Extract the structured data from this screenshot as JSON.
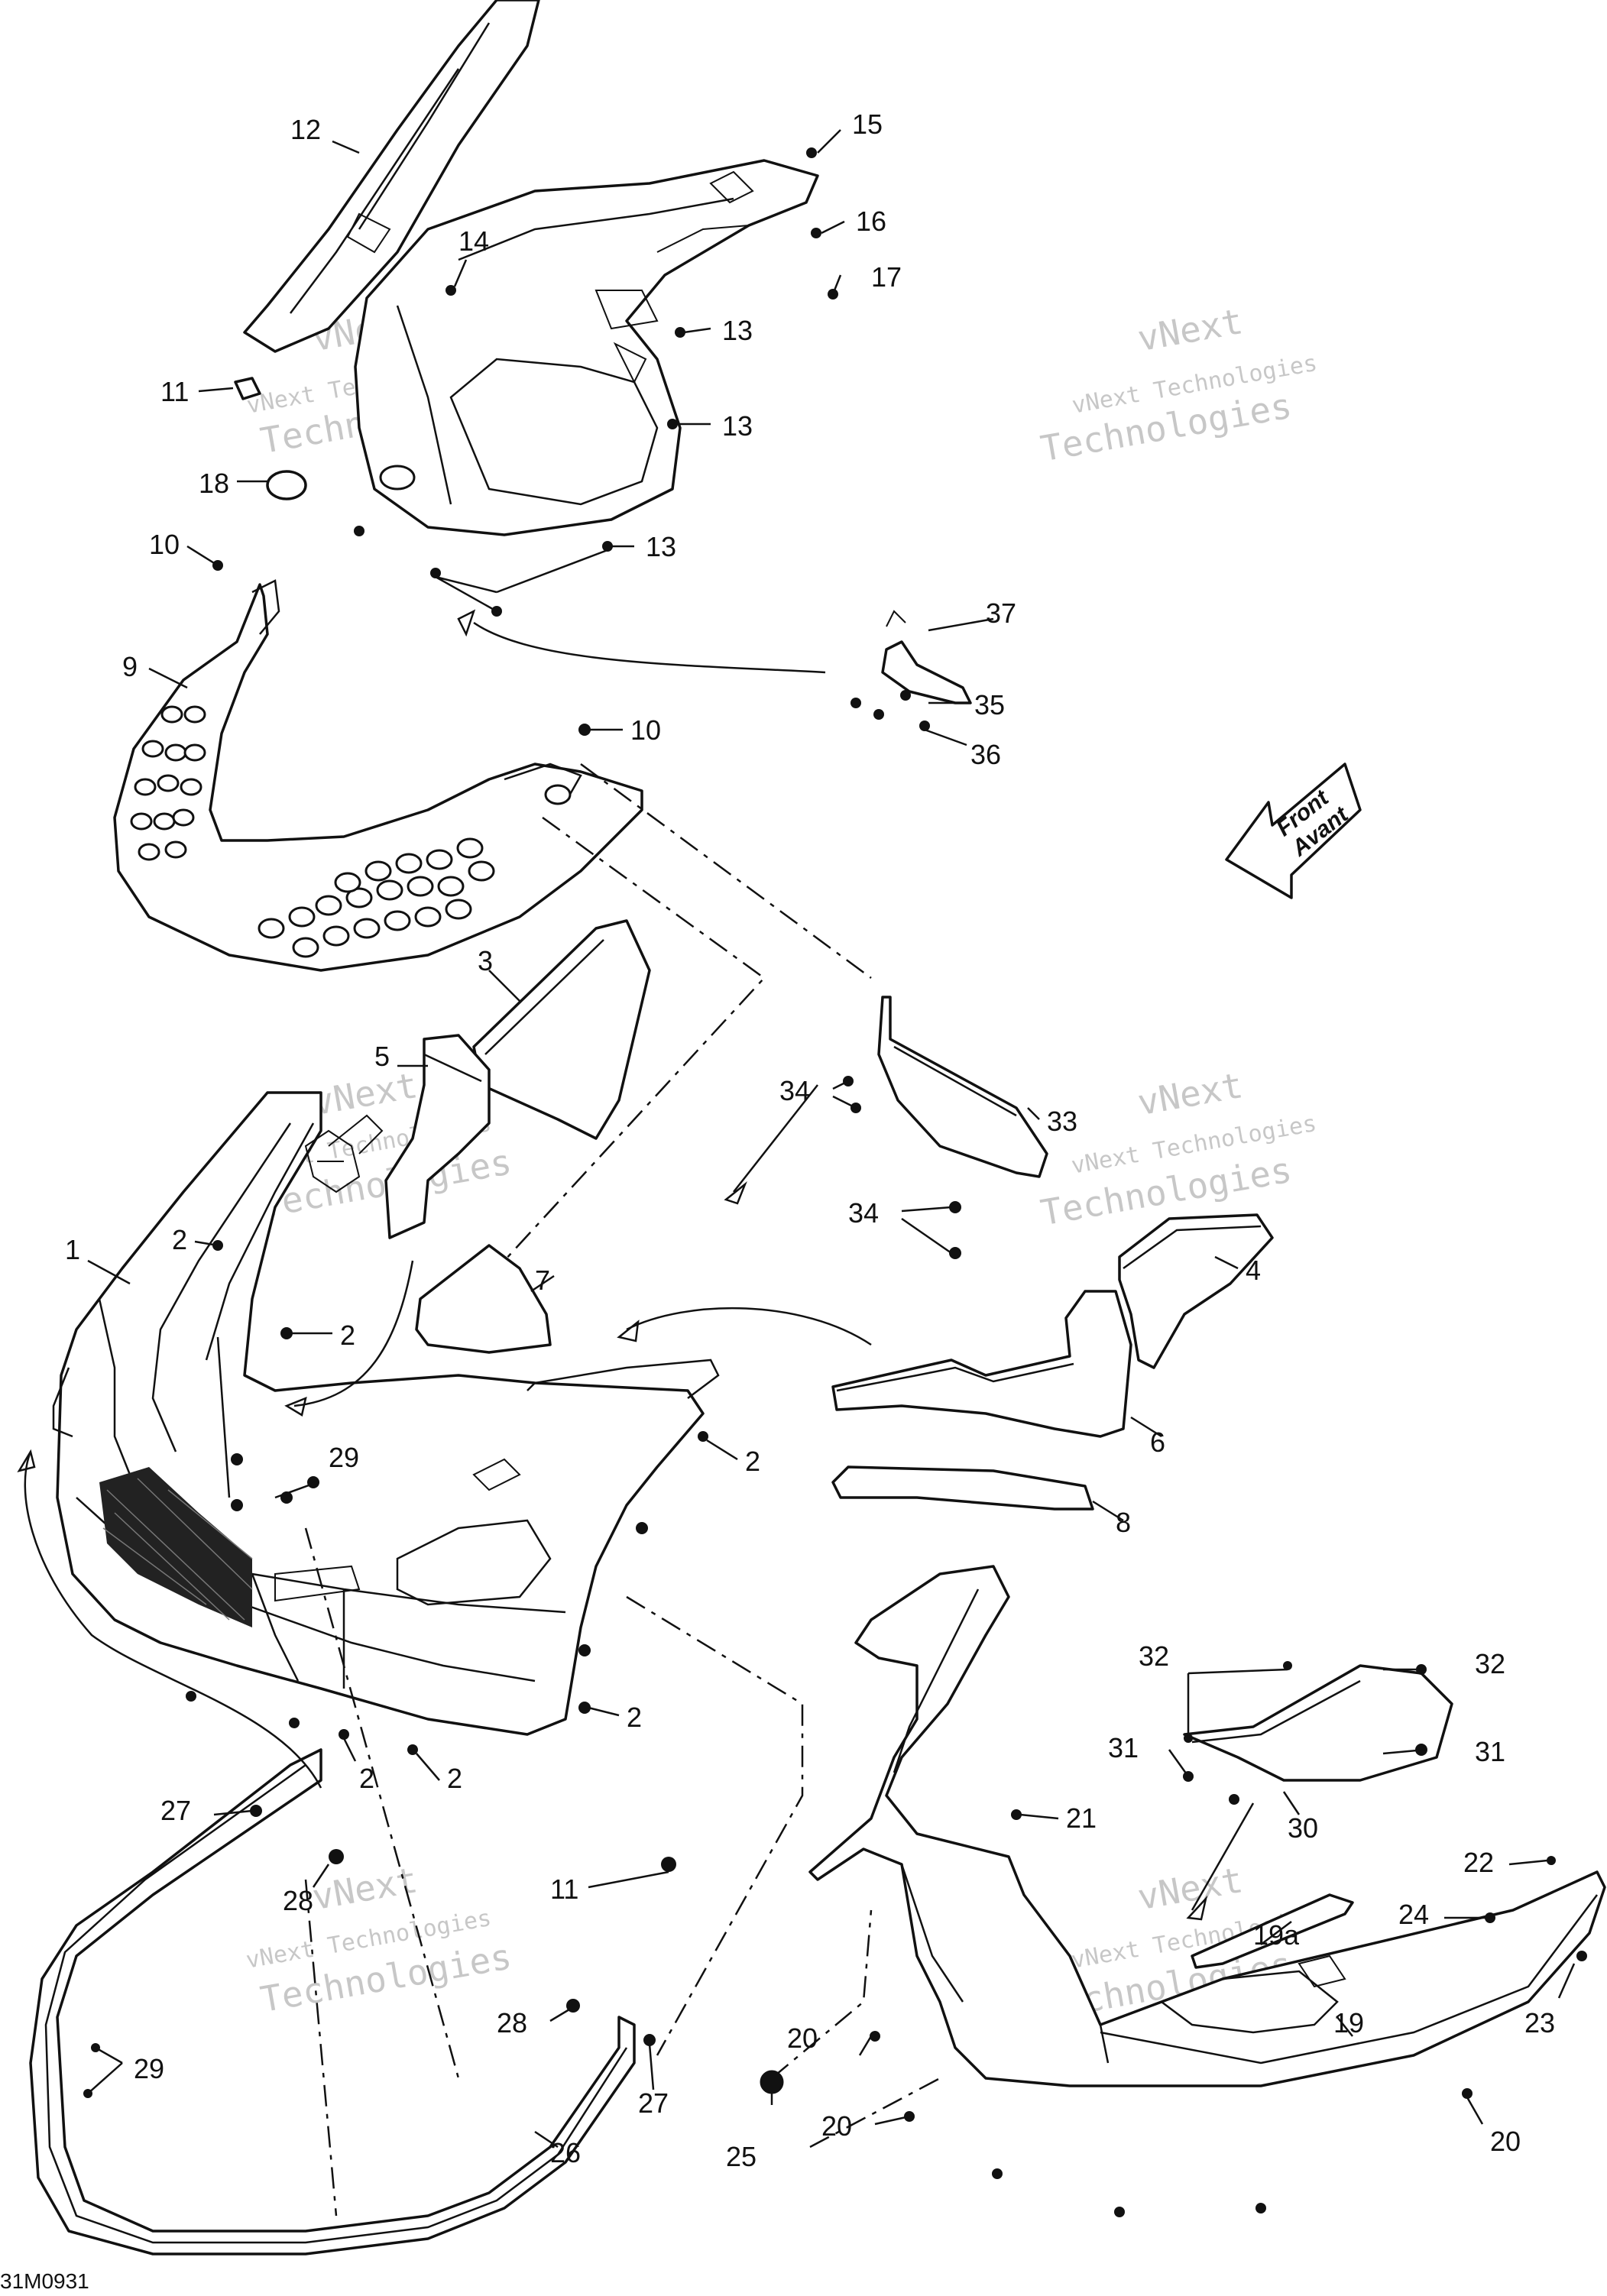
{
  "callouts": [
    {
      "id": "c12",
      "text": "12"
    },
    {
      "id": "c15",
      "text": "15"
    },
    {
      "id": "c16",
      "text": "16"
    },
    {
      "id": "c14",
      "text": "14"
    },
    {
      "id": "c17",
      "text": "17"
    },
    {
      "id": "c13a",
      "text": "13"
    },
    {
      "id": "c11a",
      "text": "11"
    },
    {
      "id": "c13b",
      "text": "13"
    },
    {
      "id": "c18",
      "text": "18"
    },
    {
      "id": "c13c",
      "text": "13"
    },
    {
      "id": "c10a",
      "text": "10"
    },
    {
      "id": "c37",
      "text": "37"
    },
    {
      "id": "c9",
      "text": "9"
    },
    {
      "id": "c35",
      "text": "35"
    },
    {
      "id": "c10b",
      "text": "10"
    },
    {
      "id": "c36",
      "text": "36"
    },
    {
      "id": "c3",
      "text": "3"
    },
    {
      "id": "c5",
      "text": "5"
    },
    {
      "id": "c34a",
      "text": "34"
    },
    {
      "id": "c33",
      "text": "33"
    },
    {
      "id": "c2a",
      "text": "2"
    },
    {
      "id": "c34b",
      "text": "34"
    },
    {
      "id": "c1",
      "text": "1"
    },
    {
      "id": "c7",
      "text": "7"
    },
    {
      "id": "c4",
      "text": "4"
    },
    {
      "id": "c2b",
      "text": "2"
    },
    {
      "id": "c29a",
      "text": "29"
    },
    {
      "id": "c2c",
      "text": "2"
    },
    {
      "id": "c6",
      "text": "6"
    },
    {
      "id": "c8",
      "text": "8"
    },
    {
      "id": "c2d",
      "text": "2"
    },
    {
      "id": "c2e",
      "text": "2"
    },
    {
      "id": "c2f",
      "text": "2"
    },
    {
      "id": "c32a",
      "text": "32"
    },
    {
      "id": "c32b",
      "text": "32"
    },
    {
      "id": "c31a",
      "text": "31"
    },
    {
      "id": "c31b",
      "text": "31"
    },
    {
      "id": "c30",
      "text": "30"
    },
    {
      "id": "c27a",
      "text": "27"
    },
    {
      "id": "c21",
      "text": "21"
    },
    {
      "id": "c28a",
      "text": "28"
    },
    {
      "id": "c11b",
      "text": "11"
    },
    {
      "id": "c22",
      "text": "22"
    },
    {
      "id": "c24",
      "text": "24"
    },
    {
      "id": "c19a",
      "text": "19a"
    },
    {
      "id": "c28b",
      "text": "28"
    },
    {
      "id": "c19",
      "text": "19"
    },
    {
      "id": "c29b",
      "text": "29"
    },
    {
      "id": "c20a",
      "text": "20"
    },
    {
      "id": "c23",
      "text": "23"
    },
    {
      "id": "c27b",
      "text": "27"
    },
    {
      "id": "c26",
      "text": "26"
    },
    {
      "id": "c25",
      "text": "25"
    },
    {
      "id": "c20b",
      "text": "20"
    },
    {
      "id": "c20c",
      "text": "20"
    }
  ],
  "direction_arrow": {
    "line1": "Front",
    "line2": "Avant"
  },
  "watermark": {
    "company": "vNext Technologies",
    "line1": "vNext",
    "line2": "Technologies"
  },
  "figure_ref": "31M0931"
}
